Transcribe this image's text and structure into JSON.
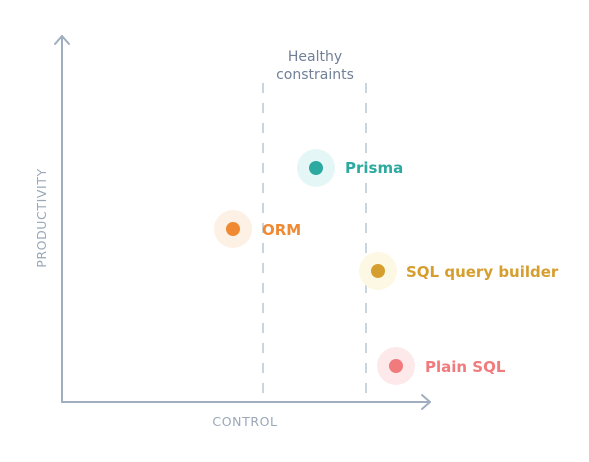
{
  "diagram": {
    "y_axis_label": "PRODUCTIVITY",
    "x_axis_label": "CONTROL",
    "zone_label_line1": "Healthy",
    "zone_label_line2": "constraints",
    "colors": {
      "axis": "#a0aec0",
      "axis_text": "#9aa7b7",
      "guide": "#cbd5e0",
      "zone_text": "#718096"
    },
    "points": [
      {
        "label": "Prisma",
        "color": "#2daaa0",
        "halo": "#e4f7f6"
      },
      {
        "label": "ORM",
        "color": "#ef8a33",
        "halo": "#fdf0e4"
      },
      {
        "label": "SQL query builder",
        "color": "#d69e2e",
        "halo": "#fcf8e3"
      },
      {
        "label": "Plain SQL",
        "color": "#f17a7d",
        "halo": "#fde9ea"
      }
    ]
  }
}
